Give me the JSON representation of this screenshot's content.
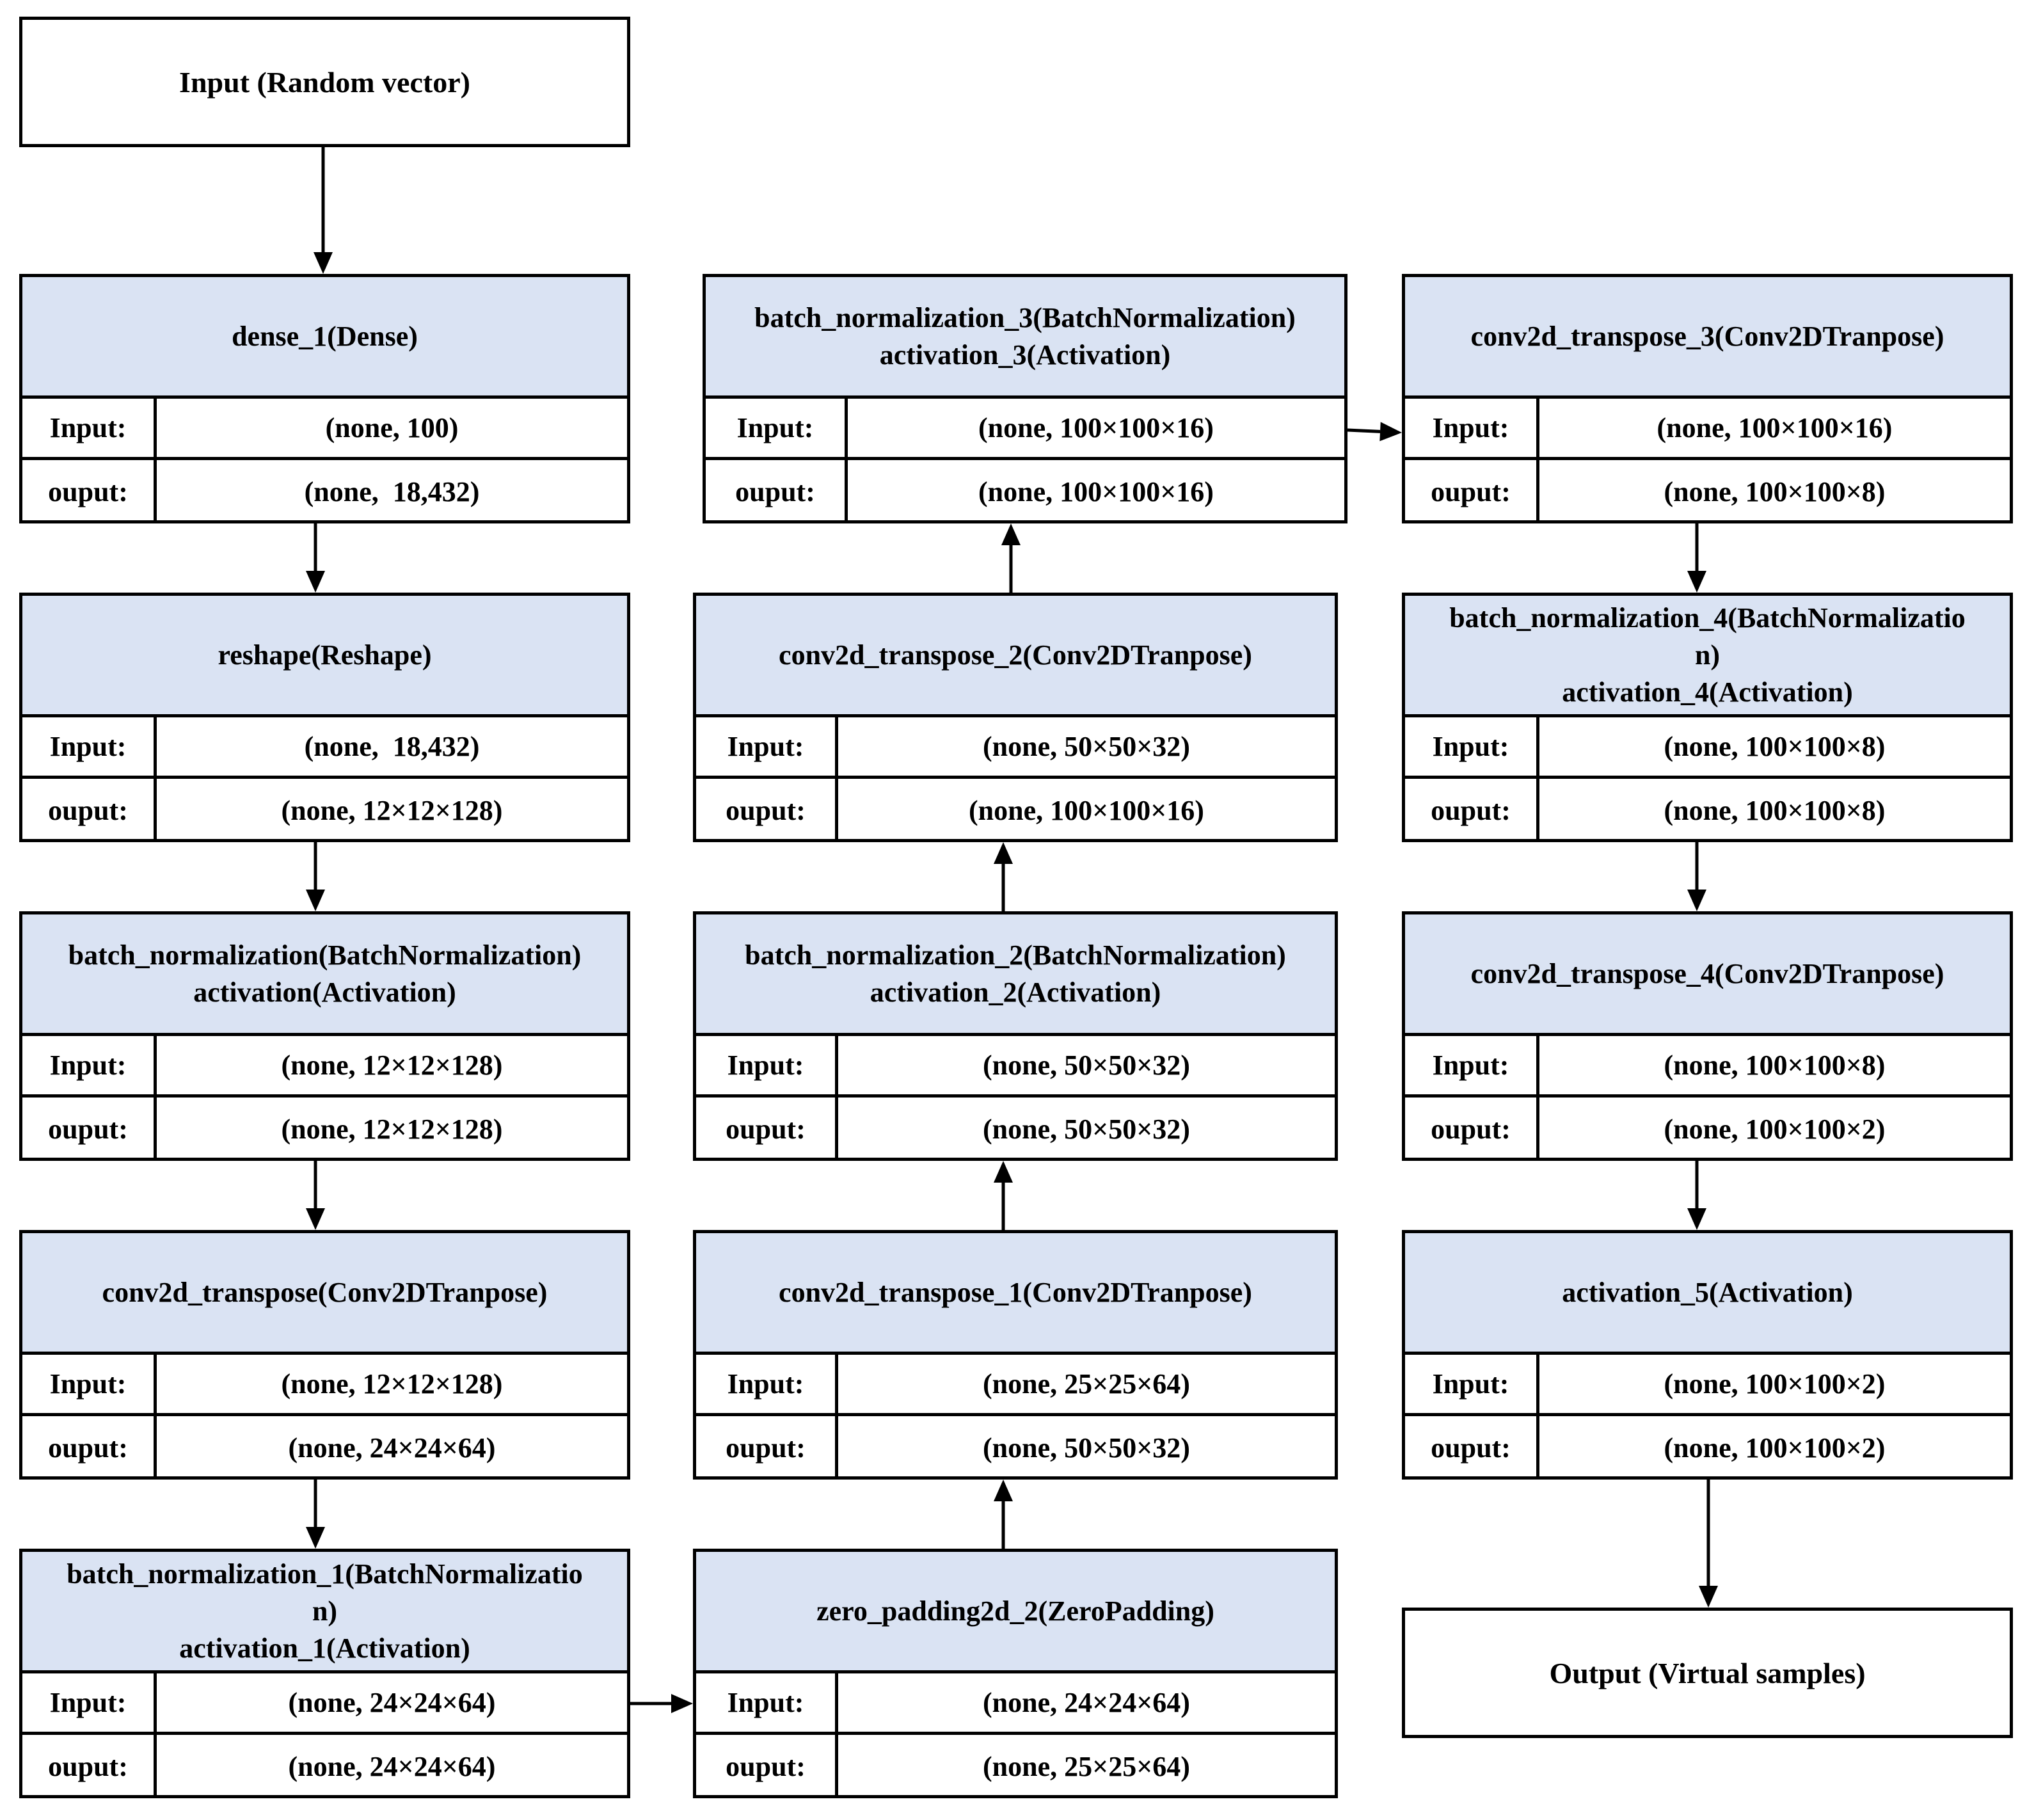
{
  "input_terminal": "Input (Random vector)",
  "output_terminal": "Output (Virtual samples)",
  "row_labels": {
    "input": "Input:",
    "output": "ouput:"
  },
  "colors": {
    "header_fill": "#dae3f3",
    "line": "#000000",
    "box_fill": "#ffffff"
  },
  "layers": [
    {
      "id": "dense_1",
      "title": [
        "dense_1(Dense)"
      ],
      "input": "(none, 100)",
      "output": "(none,  18,432)"
    },
    {
      "id": "reshape",
      "title": [
        "reshape(Reshape)"
      ],
      "input": "(none,  18,432)",
      "output": "(none, 12×12×128)"
    },
    {
      "id": "bn",
      "title": [
        "batch_normalization(BatchNormalization)",
        "activation(Activation)"
      ],
      "input": "(none, 12×12×128)",
      "output": "(none, 12×12×128)"
    },
    {
      "id": "conv_t",
      "title": [
        "conv2d_transpose(Conv2DTranpose)"
      ],
      "input": "(none, 12×12×128)",
      "output": "(none, 24×24×64)"
    },
    {
      "id": "bn_1",
      "title": [
        "batch_normalization_1(BatchNormalizatio",
        "n)",
        "activation_1(Activation)"
      ],
      "input": "(none, 24×24×64)",
      "output": "(none, 24×24×64)"
    },
    {
      "id": "zp_2",
      "title": [
        "zero_padding2d_2(ZeroPadding)"
      ],
      "input": "(none, 24×24×64)",
      "output": "(none, 25×25×64)"
    },
    {
      "id": "conv_t_1",
      "title": [
        "conv2d_transpose_1(Conv2DTranpose)"
      ],
      "input": "(none, 25×25×64)",
      "output": "(none, 50×50×32)"
    },
    {
      "id": "bn_2",
      "title": [
        "batch_normalization_2(BatchNormalization)",
        "activation_2(Activation)"
      ],
      "input": "(none, 50×50×32)",
      "output": "(none, 50×50×32)"
    },
    {
      "id": "conv_t_2",
      "title": [
        "conv2d_transpose_2(Conv2DTranpose)"
      ],
      "input": "(none, 50×50×32)",
      "output": "(none, 100×100×16)"
    },
    {
      "id": "bn_3",
      "title": [
        "batch_normalization_3(BatchNormalization)",
        "activation_3(Activation)"
      ],
      "input": "(none, 100×100×16)",
      "output": "(none, 100×100×16)"
    },
    {
      "id": "conv_t_3",
      "title": [
        "conv2d_transpose_3(Conv2DTranpose)"
      ],
      "input": "(none, 100×100×16)",
      "output": "(none, 100×100×8)"
    },
    {
      "id": "bn_4",
      "title": [
        "batch_normalization_4(BatchNormalizatio",
        "n)",
        "activation_4(Activation)"
      ],
      "input": "(none, 100×100×8)",
      "output": "(none, 100×100×8)"
    },
    {
      "id": "conv_t_4",
      "title": [
        "conv2d_transpose_4(Conv2DTranpose)"
      ],
      "input": "(none, 100×100×8)",
      "output": "(none, 100×100×2)"
    },
    {
      "id": "act_5",
      "title": [
        "activation_5(Activation)"
      ],
      "input": "(none, 100×100×2)",
      "output": "(none, 100×100×2)"
    }
  ]
}
